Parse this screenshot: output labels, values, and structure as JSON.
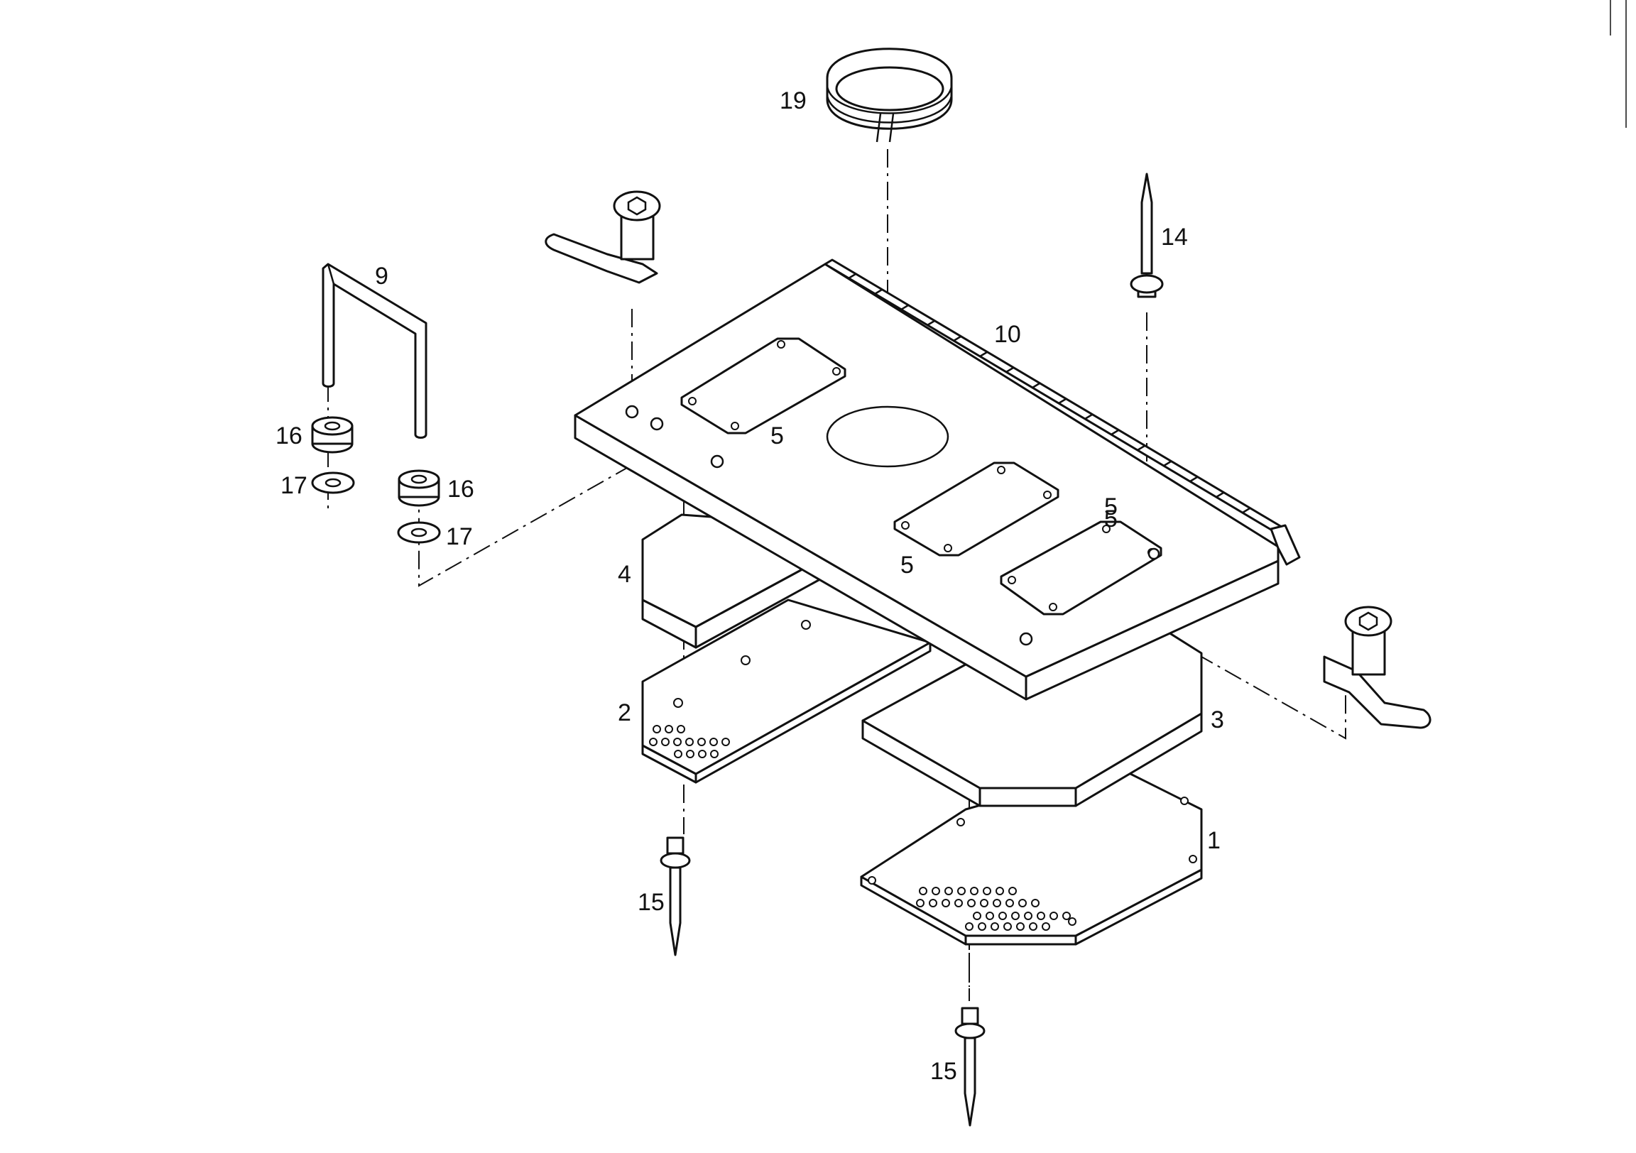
{
  "callouts": {
    "c1": "1",
    "c2": "2",
    "c3": "3",
    "c4": "4",
    "c5a": "5",
    "c5b": "5",
    "c5c": "5",
    "c5d": "5",
    "c9": "9",
    "c10": "10",
    "c14": "14",
    "c15a": "15",
    "c15b": "15",
    "c16a": "16",
    "c16b": "16",
    "c17a": "17",
    "c17b": "17",
    "c19": "19"
  },
  "colors": {
    "line": "#111111",
    "paper": "#ffffff"
  }
}
